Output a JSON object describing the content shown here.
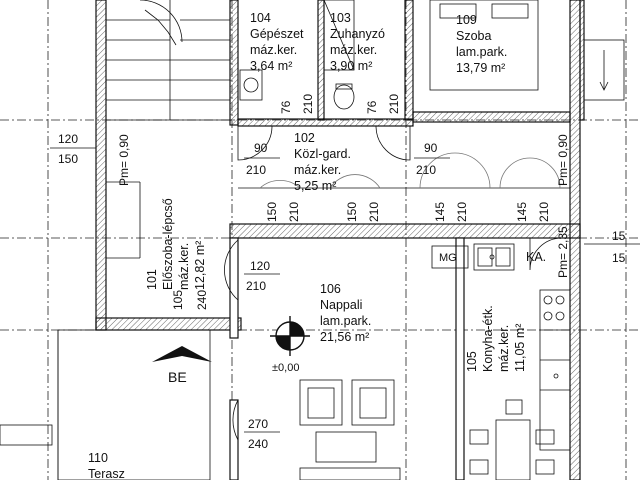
{
  "rooms": [
    {
      "id": "r104",
      "number": "104",
      "name": "Gépészet",
      "floor": "máz.ker.",
      "area": "3,64 m²"
    },
    {
      "id": "r103",
      "number": "103",
      "name": "Zuhanyzó",
      "floor": "máz.ker.",
      "area": "3,90 m²"
    },
    {
      "id": "r109",
      "number": "109",
      "name": "Szoba",
      "floor": "lam.park.",
      "area": "13,79 m²"
    },
    {
      "id": "r102",
      "number": "102",
      "name": "Közl-gard.",
      "floor": "máz.ker.",
      "area": "5,25 m²"
    },
    {
      "id": "r101",
      "number": "101",
      "name": "Előszoba-lépcső",
      "floor": "máz.ker.",
      "area": "12,82 m²"
    },
    {
      "id": "r106",
      "number": "106",
      "name": "Nappali",
      "floor": "lam.park.",
      "area": "21,56 m²"
    },
    {
      "id": "r105",
      "number": "105",
      "name": "Konyha-étk.",
      "floor": "máz.ker.",
      "area": "11,05 m²"
    },
    {
      "id": "r110",
      "number": "110",
      "name": "Terasz"
    }
  ],
  "labels": {
    "level": "±0,00",
    "entrance": "BE",
    "mg": "MG",
    "ka": "KA.",
    "pm_left": "Pm= 0,90",
    "pm_right": "Pm= 0,90",
    "pm_kitchen": "Pm= 2,35"
  },
  "dimensions": {
    "left_120": "120",
    "left_150": "150",
    "d76a": "76",
    "d210a": "210",
    "d76b": "76",
    "d210b": "210",
    "d90a": "90",
    "d210c": "210",
    "d90b": "90",
    "d210d": "210",
    "d150a": "150",
    "d210e": "210",
    "d150b": "150",
    "d210f": "210",
    "d145a": "145",
    "d210g": "210",
    "d145b": "145",
    "d210h": "210",
    "d120": "120",
    "d210i": "210",
    "d105": "105",
    "d240a": "240",
    "d270": "270",
    "d240b": "240",
    "right_15a": "15",
    "right_15b": "15"
  }
}
